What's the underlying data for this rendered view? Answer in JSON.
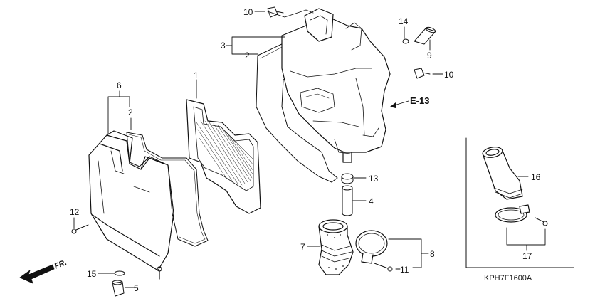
{
  "callouts": {
    "c1": "1",
    "c2a": "2",
    "c2b": "2",
    "c3": "3",
    "c4": "4",
    "c5": "5",
    "c6": "6",
    "c7": "7",
    "c8": "8",
    "c9": "9",
    "c10a": "10",
    "c10b": "10",
    "c11": "11",
    "c12": "12",
    "c13": "13",
    "c14": "14",
    "c15": "15",
    "c16": "16",
    "c17": "17"
  },
  "reference": "E-13",
  "direction_label": "FR.",
  "diagram_code": "KPH7F1600A",
  "colors": {
    "line": "#111111",
    "panel": "#ffffff"
  }
}
